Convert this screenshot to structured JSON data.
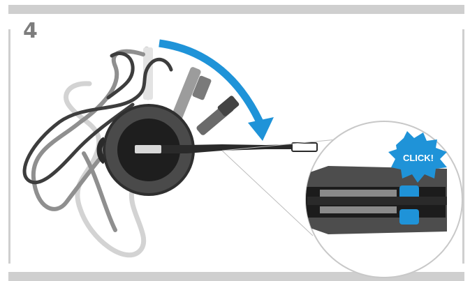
{
  "step": {
    "number": "4"
  },
  "callout": {
    "text": "CLICK!"
  },
  "colors": {
    "frame": "#cfcfcf",
    "number": "#7d7d7d",
    "accent_blue": "#1f93d8",
    "headband_dark": "#3a3a3a",
    "headband_mid": "#8a8a8a",
    "headband_light": "#c9c9c9",
    "earpiece": "#4a4a4a"
  },
  "icons": [
    "rotation-arrow-icon",
    "click-burst-icon",
    "zoom-detail-circle"
  ]
}
